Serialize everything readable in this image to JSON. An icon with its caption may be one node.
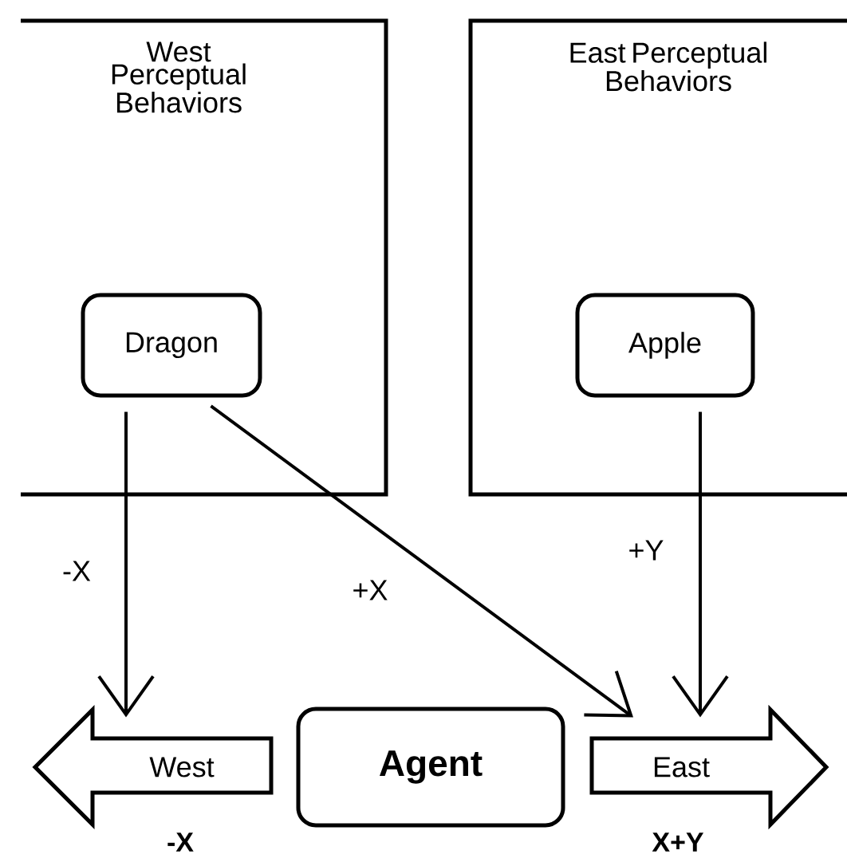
{
  "diagram": {
    "nodes": [
      {
        "text": [
          "West Perceptual Behaviors"
        ]
      },
      {
        "text": [
          "Dragon"
        ],
        "in": 0
      },
      {
        "text": [
          "East Perceptual Behaviors"
        ]
      },
      {
        "text": [
          "Apple"
        ],
        "in": 2
      },
      {
        "text": [
          "Agent"
        ]
      },
      {
        "text": [
          "West"
        ],
        "beside": [
          "-X"
        ]
      },
      {
        "text": [
          "East"
        ],
        "beside": [
          "X+Y"
        ]
      }
    ],
    "edges": [
      {
        "from": 1,
        "to": 5,
        "arrow": "to",
        "label": "-X"
      },
      {
        "from": 1,
        "to": 6,
        "arrow": "to",
        "label": "+X"
      },
      {
        "from": 3,
        "to": 6,
        "arrow": "to",
        "label": "+Y"
      }
    ]
  }
}
